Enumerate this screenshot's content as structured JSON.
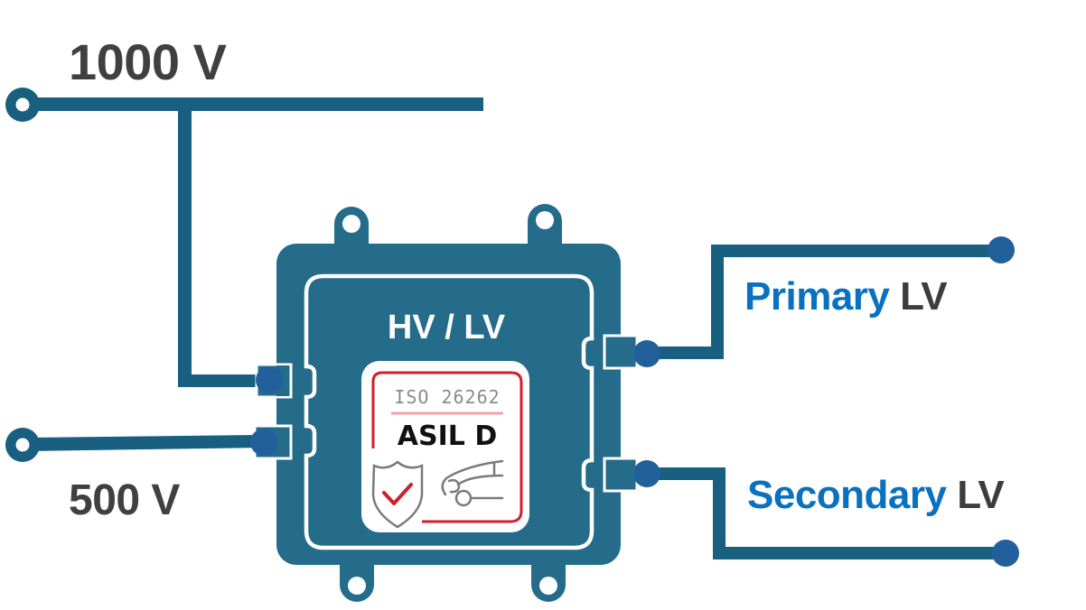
{
  "labels": {
    "hv_high": "1000 V",
    "hv_low": "500 V",
    "primary_accent": "Primary",
    "primary_suffix": "LV",
    "secondary_accent": "Secondary",
    "secondary_suffix": "LV"
  },
  "module": {
    "title": "HV / LV",
    "badge": {
      "standard": "ISO 26262",
      "rating": "ASIL D",
      "icons": [
        "shield-check-icon",
        "car-icon"
      ]
    }
  },
  "colors": {
    "wire": "#185f80",
    "module_body": "#246c8a",
    "terminal_dot": "#22609c",
    "label_accent": "#0a71c0",
    "label_dark": "#3d3d3d",
    "badge_red": "#d01f2f",
    "badge_grey": "#8a8a8a"
  },
  "connections": [
    {
      "from": "1000 V",
      "to": "module-left-top"
    },
    {
      "from": "500 V",
      "to": "module-left-bottom"
    },
    {
      "from": "module-right-top",
      "to": "Primary LV"
    },
    {
      "from": "module-right-bottom",
      "to": "Secondary LV"
    }
  ]
}
